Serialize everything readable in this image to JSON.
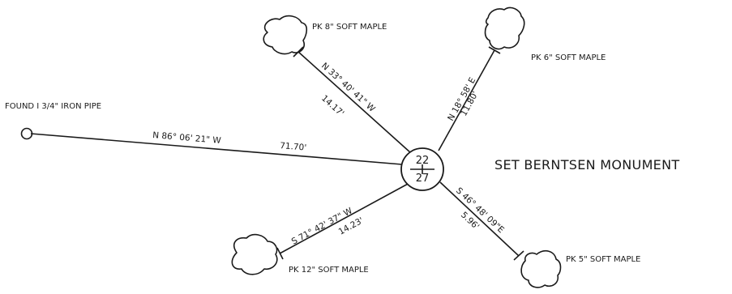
{
  "title": "SET BERNTSEN MONUMENT",
  "monument": {
    "top": "22",
    "bottom": "27"
  },
  "reference_ties": [
    {
      "id": "pipe",
      "label": "FOUND I 3/4\" IRON PIPE",
      "bearing": "N 86° 06' 21\" W",
      "distance": "71.70'"
    },
    {
      "id": "nw",
      "label": "PK 8\" SOFT MAPLE",
      "bearing": "N 33° 40' 41\" W",
      "distance": "14.17'"
    },
    {
      "id": "ne",
      "label": "PK 6\" SOFT MAPLE",
      "bearing": "N 18° 58' E",
      "distance": "11.80'"
    },
    {
      "id": "sw",
      "label": "PK 12\" SOFT MAPLE",
      "bearing": "S 71° 42' 37\" W",
      "distance": "14.23'"
    },
    {
      "id": "se",
      "label": "PK 5\" SOFT MAPLE",
      "bearing": "S 46° 48' 09\"E",
      "distance": "5.96'"
    }
  ]
}
